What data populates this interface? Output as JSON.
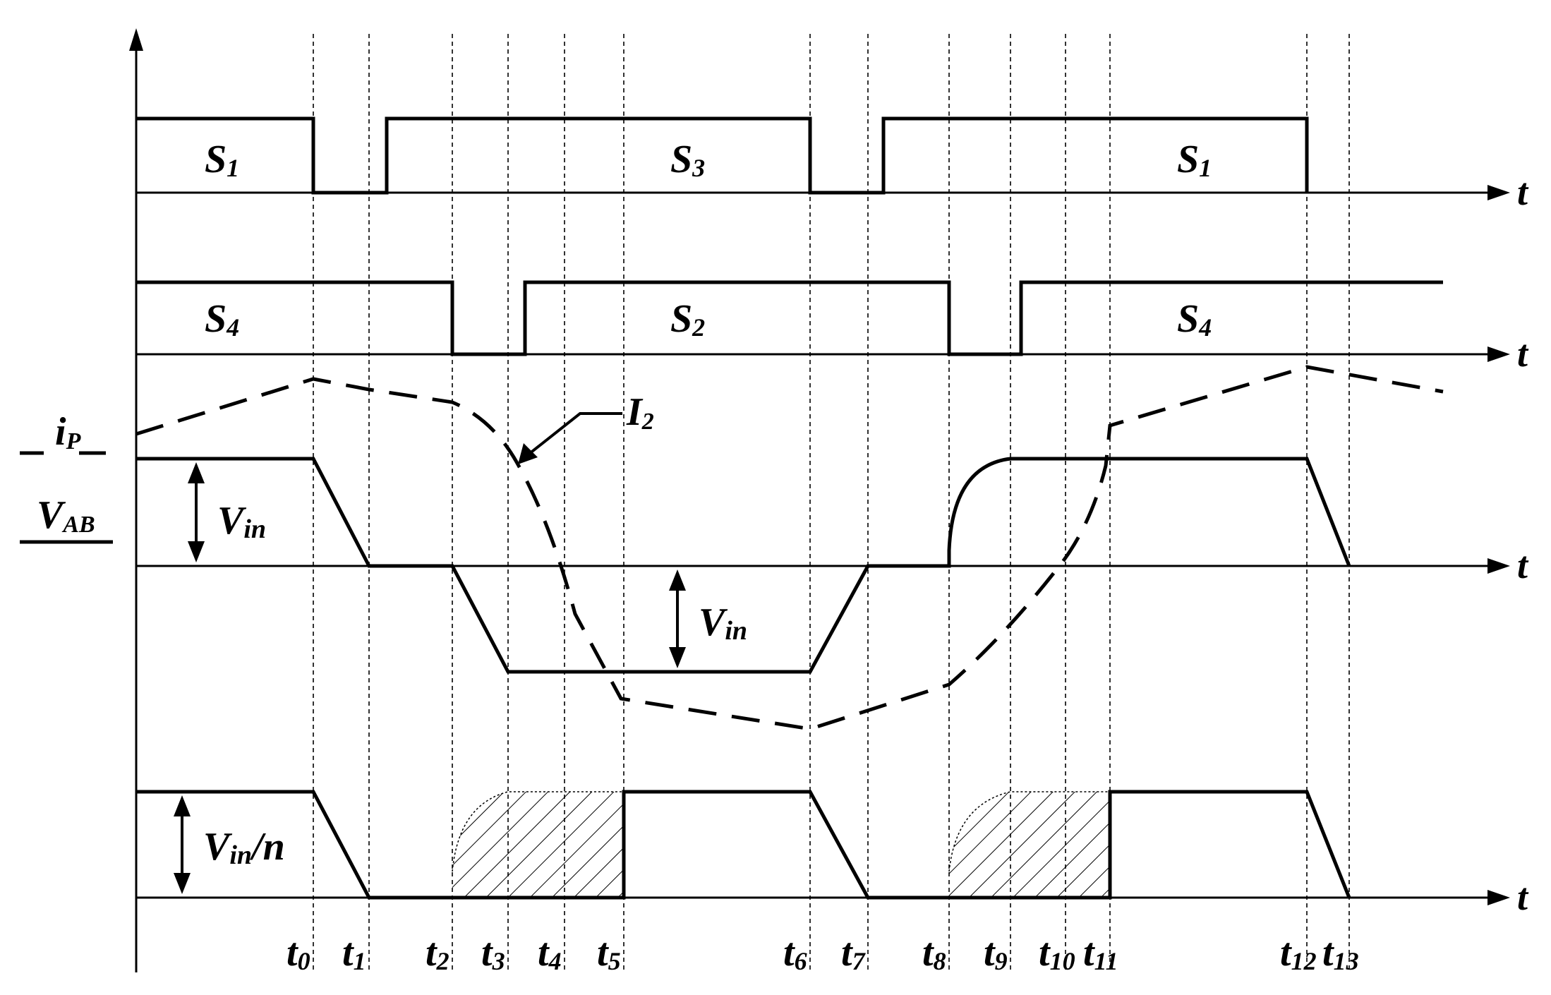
{
  "axis_label": "t",
  "switch_labels": {
    "row1_a": {
      "main": "S",
      "sub": "1"
    },
    "row1_b": {
      "main": "S",
      "sub": "3"
    },
    "row1_c": {
      "main": "S",
      "sub": "1"
    },
    "row2_a": {
      "main": "S",
      "sub": "4"
    },
    "row2_b": {
      "main": "S",
      "sub": "2"
    },
    "row2_c": {
      "main": "S",
      "sub": "4"
    }
  },
  "signal_labels": {
    "ip": {
      "main": "i",
      "sub": "P"
    },
    "vab": {
      "main": "V",
      "sub": "AB"
    },
    "i2": {
      "main": "I",
      "sub": "2"
    }
  },
  "amplitude_labels": {
    "vin_1": {
      "main": "V",
      "sub": "in",
      "suffix": ""
    },
    "vin_2": {
      "main": "V",
      "sub": "in",
      "suffix": ""
    },
    "vin_n": {
      "main": "V",
      "sub": "in",
      "suffix": "/n"
    }
  },
  "time_ticks": [
    {
      "main": "t",
      "sub": "0"
    },
    {
      "main": "t",
      "sub": "1"
    },
    {
      "main": "t",
      "sub": "2"
    },
    {
      "main": "t",
      "sub": "3"
    },
    {
      "main": "t",
      "sub": "4"
    },
    {
      "main": "t",
      "sub": "5"
    },
    {
      "main": "t",
      "sub": "6"
    },
    {
      "main": "t",
      "sub": "7"
    },
    {
      "main": "t",
      "sub": "8"
    },
    {
      "main": "t",
      "sub": "9"
    },
    {
      "main": "t",
      "sub": "10"
    },
    {
      "main": "t",
      "sub": "11"
    },
    {
      "main": "t",
      "sub": "12"
    },
    {
      "main": "t",
      "sub": "13"
    }
  ]
}
